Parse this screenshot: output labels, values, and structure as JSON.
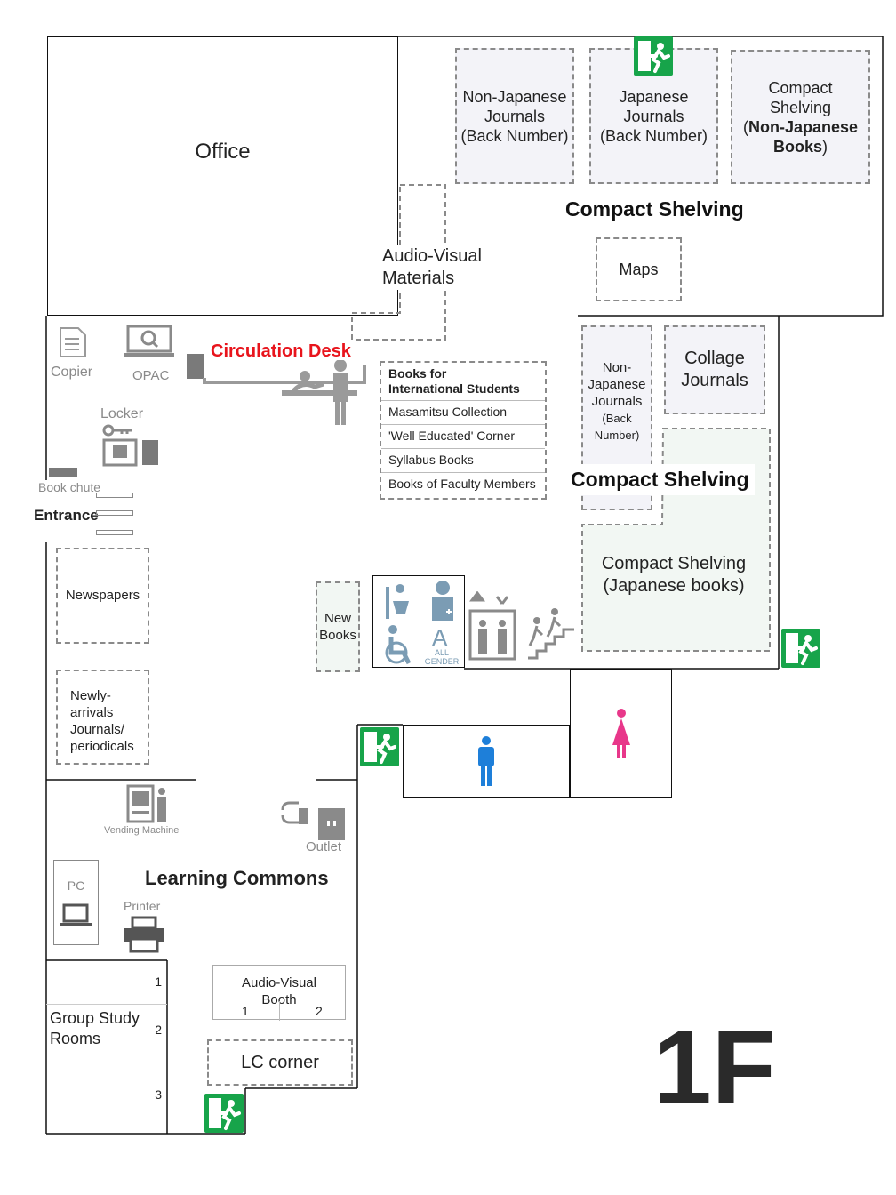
{
  "floor": "1F",
  "rooms": {
    "office": "Office",
    "nonjp_journals_back": [
      "Non-Japanese",
      "Journals",
      "(Back Number)"
    ],
    "jp_journals_back": [
      "Japanese",
      "Journals",
      "(Back Number)"
    ],
    "compact_nonjp_books": [
      "Compact",
      "Shelving",
      "(",
      "Non-Japanese",
      "Books",
      ")"
    ],
    "compact_shelving_heading": "Compact Shelving",
    "maps": "Maps",
    "audio_visual": [
      "Audio-Visual",
      "Materials"
    ],
    "circulation_desk": "Circulation Desk",
    "nonjp_journals_small": [
      "Non-",
      "Japanese",
      "Journals",
      "(Back Number)"
    ],
    "collage_journals": [
      "Collage",
      "Journals"
    ],
    "compact_shelving_heading2": "Compact Shelving",
    "compact_jp_books": [
      "Compact Shelving",
      "(Japanese books)"
    ],
    "intl_title": [
      "Books for",
      "International Students"
    ],
    "intl_items": [
      "Masamitsu Collection",
      "'Well Educated' Corner",
      "Syllabus Books",
      "Books of Faculty Members"
    ],
    "new_books": [
      "New",
      "Books"
    ],
    "newspapers": "Newspapers",
    "newly_arrivals": [
      "Newly-",
      "arrivals",
      "Journals/",
      "periodicals"
    ],
    "learning_commons": "Learning Commons",
    "group_study": [
      "Group Study",
      "Rooms"
    ],
    "group_study_numbers": [
      "1",
      "2",
      "3"
    ],
    "av_booth": [
      "Audio-Visual",
      "Booth"
    ],
    "av_booth_numbers": [
      "1",
      "2"
    ],
    "lc_corner": "LC corner",
    "entrance": "Entrance"
  },
  "facilities": {
    "copier": "Copier",
    "opac": "OPAC",
    "locker": "Locker",
    "book_chute": "Book chute",
    "vending": "Vending Machine",
    "outlet": "Outlet",
    "pc": "PC",
    "printer": "Printer",
    "all_gender": [
      "ALL",
      "GENDER"
    ],
    "all_gender_letter": "A"
  },
  "colors": {
    "circulation": "#e8141c",
    "exit_green": "#17a44a",
    "toilet_male": "#1e7fd9",
    "toilet_female": "#e8378a",
    "icon_gray": "#8a8a8a",
    "accessible_blue": "#7b9cb4"
  },
  "icons": [
    "emergency-exit-icon",
    "copier-icon",
    "opac-icon",
    "locker-icon",
    "elevator-icon",
    "stairs-icon",
    "wheelchair-icon",
    "baby-change-icon",
    "ostomate-icon",
    "male-icon",
    "female-icon",
    "vending-machine-icon",
    "outlet-icon",
    "pc-icon",
    "printer-icon"
  ]
}
